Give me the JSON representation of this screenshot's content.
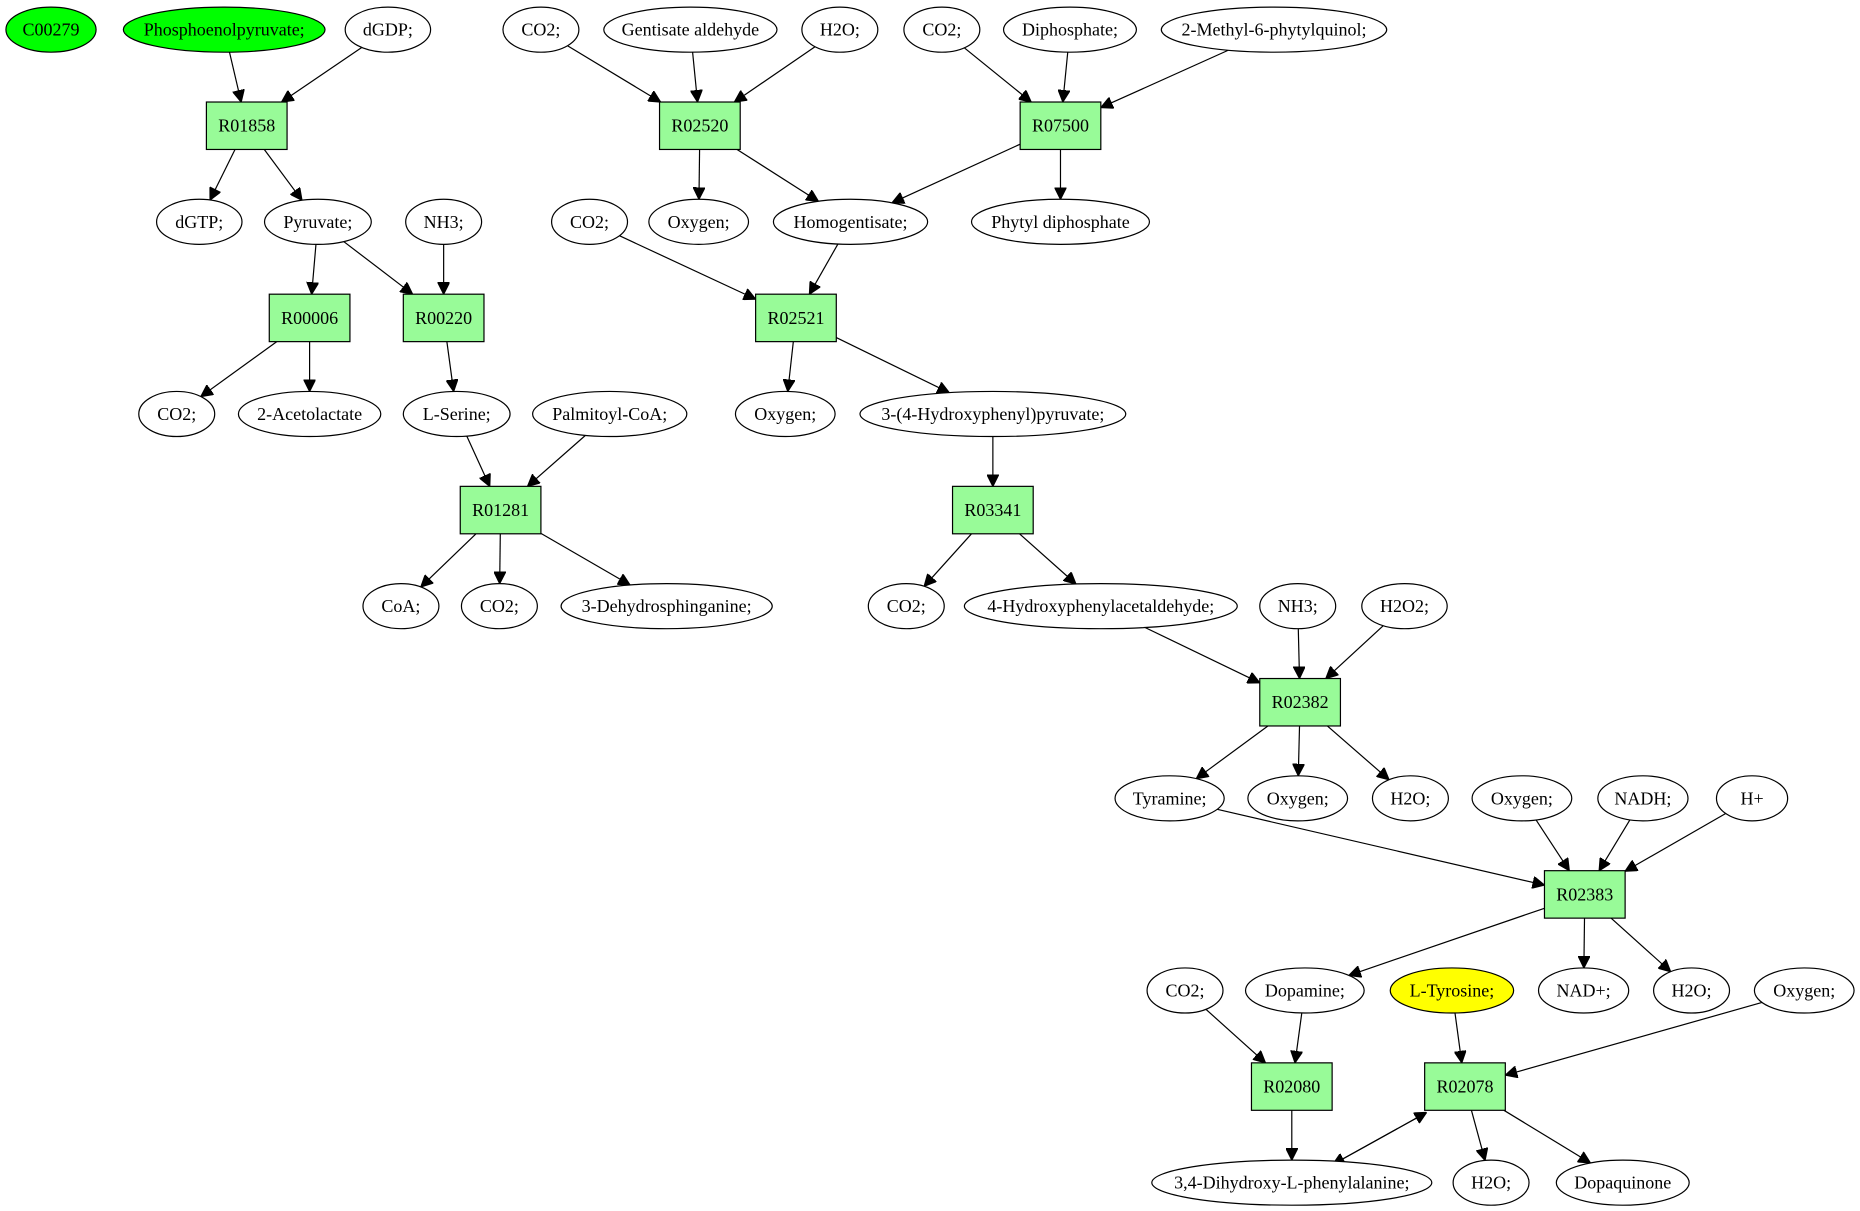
{
  "colors": {
    "reaction_fill": "#98fb98",
    "highlight_green": "#00ff00",
    "highlight_yellow": "#ffff00",
    "compound_fill": "#ffffff",
    "stroke": "#000000"
  },
  "compounds": [
    {
      "id": "c_C00279",
      "label": "C00279",
      "fill": "green"
    },
    {
      "id": "c_pep",
      "label": "Phosphoenolpyruvate;",
      "fill": "green"
    },
    {
      "id": "c_dgdp",
      "label": "dGDP;"
    },
    {
      "id": "c_co2_a",
      "label": "CO2;"
    },
    {
      "id": "c_gentisate",
      "label": "Gentisate aldehyde"
    },
    {
      "id": "c_h2o_a",
      "label": "H2O;"
    },
    {
      "id": "c_co2_b",
      "label": "CO2;"
    },
    {
      "id": "c_diphosphate",
      "label": "Diphosphate;"
    },
    {
      "id": "c_methylphytyl",
      "label": "2-Methyl-6-phytylquinol;"
    },
    {
      "id": "c_dgtp",
      "label": "dGTP;"
    },
    {
      "id": "c_pyruvate",
      "label": "Pyruvate;"
    },
    {
      "id": "c_nh3_a",
      "label": "NH3;"
    },
    {
      "id": "c_co2_c",
      "label": "CO2;"
    },
    {
      "id": "c_oxygen_a",
      "label": "Oxygen;"
    },
    {
      "id": "c_homogentisate",
      "label": "Homogentisate;"
    },
    {
      "id": "c_phytyl",
      "label": "Phytyl diphosphate"
    },
    {
      "id": "c_co2_d",
      "label": "CO2;"
    },
    {
      "id": "c_acetolactate",
      "label": "2-Acetolactate"
    },
    {
      "id": "c_serine",
      "label": "L-Serine;"
    },
    {
      "id": "c_palmitoyl",
      "label": "Palmitoyl-CoA;"
    },
    {
      "id": "c_oxygen_b",
      "label": "Oxygen;"
    },
    {
      "id": "c_hpp",
      "label": "3-(4-Hydroxyphenyl)pyruvate;"
    },
    {
      "id": "c_coa",
      "label": "CoA;"
    },
    {
      "id": "c_co2_e",
      "label": "CO2;"
    },
    {
      "id": "c_dehydrosph",
      "label": "3-Dehydrosphinganine;"
    },
    {
      "id": "c_co2_f",
      "label": "CO2;"
    },
    {
      "id": "c_hpa",
      "label": "4-Hydroxyphenylacetaldehyde;"
    },
    {
      "id": "c_nh3_b",
      "label": "NH3;"
    },
    {
      "id": "c_h2o2",
      "label": "H2O2;"
    },
    {
      "id": "c_tyramine",
      "label": "Tyramine;"
    },
    {
      "id": "c_oxygen_c",
      "label": "Oxygen;"
    },
    {
      "id": "c_h2o_b",
      "label": "H2O;"
    },
    {
      "id": "c_oxygen_d",
      "label": "Oxygen;"
    },
    {
      "id": "c_nadh",
      "label": "NADH;"
    },
    {
      "id": "c_hplus",
      "label": "H+"
    },
    {
      "id": "c_co2_g",
      "label": "CO2;"
    },
    {
      "id": "c_dopamine",
      "label": "Dopamine;"
    },
    {
      "id": "c_tyrosine",
      "label": "L-Tyrosine;",
      "fill": "yellow"
    },
    {
      "id": "c_nadplus",
      "label": "NAD+;"
    },
    {
      "id": "c_h2o_c",
      "label": "H2O;"
    },
    {
      "id": "c_oxygen_e",
      "label": "Oxygen;"
    },
    {
      "id": "c_dopa",
      "label": "3,4-Dihydroxy-L-phenylalanine;"
    },
    {
      "id": "c_h2o_d",
      "label": "H2O;"
    },
    {
      "id": "c_dopaquinone",
      "label": "Dopaquinone"
    }
  ],
  "reactions": [
    {
      "id": "r_R01858",
      "label": "R01858"
    },
    {
      "id": "r_R02520",
      "label": "R02520"
    },
    {
      "id": "r_R07500",
      "label": "R07500"
    },
    {
      "id": "r_R00006",
      "label": "R00006"
    },
    {
      "id": "r_R00220",
      "label": "R00220"
    },
    {
      "id": "r_R02521",
      "label": "R02521"
    },
    {
      "id": "r_R01281",
      "label": "R01281"
    },
    {
      "id": "r_R03341",
      "label": "R03341"
    },
    {
      "id": "r_R02382",
      "label": "R02382"
    },
    {
      "id": "r_R02383",
      "label": "R02383"
    },
    {
      "id": "r_R02080",
      "label": "R02080"
    },
    {
      "id": "r_R02078",
      "label": "R02078"
    }
  ],
  "edges": [
    [
      "c_pep",
      "r_R01858"
    ],
    [
      "c_dgdp",
      "r_R01858"
    ],
    [
      "r_R01858",
      "c_dgtp"
    ],
    [
      "r_R01858",
      "c_pyruvate"
    ],
    [
      "c_co2_a",
      "r_R02520"
    ],
    [
      "c_gentisate",
      "r_R02520"
    ],
    [
      "c_h2o_a",
      "r_R02520"
    ],
    [
      "r_R02520",
      "c_oxygen_a"
    ],
    [
      "r_R02520",
      "c_homogentisate"
    ],
    [
      "c_co2_b",
      "r_R07500"
    ],
    [
      "c_diphosphate",
      "r_R07500"
    ],
    [
      "c_methylphytyl",
      "r_R07500"
    ],
    [
      "r_R07500",
      "c_homogentisate"
    ],
    [
      "r_R07500",
      "c_phytyl"
    ],
    [
      "c_pyruvate",
      "r_R00006"
    ],
    [
      "c_pyruvate",
      "r_R00220"
    ],
    [
      "c_nh3_a",
      "r_R00220"
    ],
    [
      "r_R00006",
      "c_co2_d"
    ],
    [
      "r_R00006",
      "c_acetolactate"
    ],
    [
      "r_R00220",
      "c_serine"
    ],
    [
      "c_co2_c",
      "r_R02521"
    ],
    [
      "c_homogentisate",
      "r_R02521"
    ],
    [
      "r_R02521",
      "c_oxygen_b"
    ],
    [
      "r_R02521",
      "c_hpp"
    ],
    [
      "c_serine",
      "r_R01281"
    ],
    [
      "c_palmitoyl",
      "r_R01281"
    ],
    [
      "r_R01281",
      "c_coa"
    ],
    [
      "r_R01281",
      "c_co2_e"
    ],
    [
      "r_R01281",
      "c_dehydrosph"
    ],
    [
      "c_hpp",
      "r_R03341"
    ],
    [
      "r_R03341",
      "c_co2_f"
    ],
    [
      "r_R03341",
      "c_hpa"
    ],
    [
      "c_hpa",
      "r_R02382"
    ],
    [
      "c_nh3_b",
      "r_R02382"
    ],
    [
      "c_h2o2",
      "r_R02382"
    ],
    [
      "r_R02382",
      "c_tyramine"
    ],
    [
      "r_R02382",
      "c_oxygen_c"
    ],
    [
      "r_R02382",
      "c_h2o_b"
    ],
    [
      "c_tyramine",
      "r_R02383"
    ],
    [
      "c_oxygen_d",
      "r_R02383"
    ],
    [
      "c_nadh",
      "r_R02383"
    ],
    [
      "c_hplus",
      "r_R02383"
    ],
    [
      "r_R02383",
      "c_dopamine"
    ],
    [
      "r_R02383",
      "c_nadplus"
    ],
    [
      "r_R02383",
      "c_h2o_c"
    ],
    [
      "c_co2_g",
      "r_R02080"
    ],
    [
      "c_dopamine",
      "r_R02080"
    ],
    [
      "r_R02080",
      "c_dopa"
    ],
    [
      "c_tyrosine",
      "r_R02078"
    ],
    [
      "c_oxygen_e",
      "r_R02078"
    ],
    [
      "c_dopa",
      "r_R02078"
    ],
    [
      "r_R02078",
      "c_dopa"
    ],
    [
      "r_R02078",
      "c_h2o_d"
    ],
    [
      "r_R02078",
      "c_dopaquinone"
    ]
  ]
}
